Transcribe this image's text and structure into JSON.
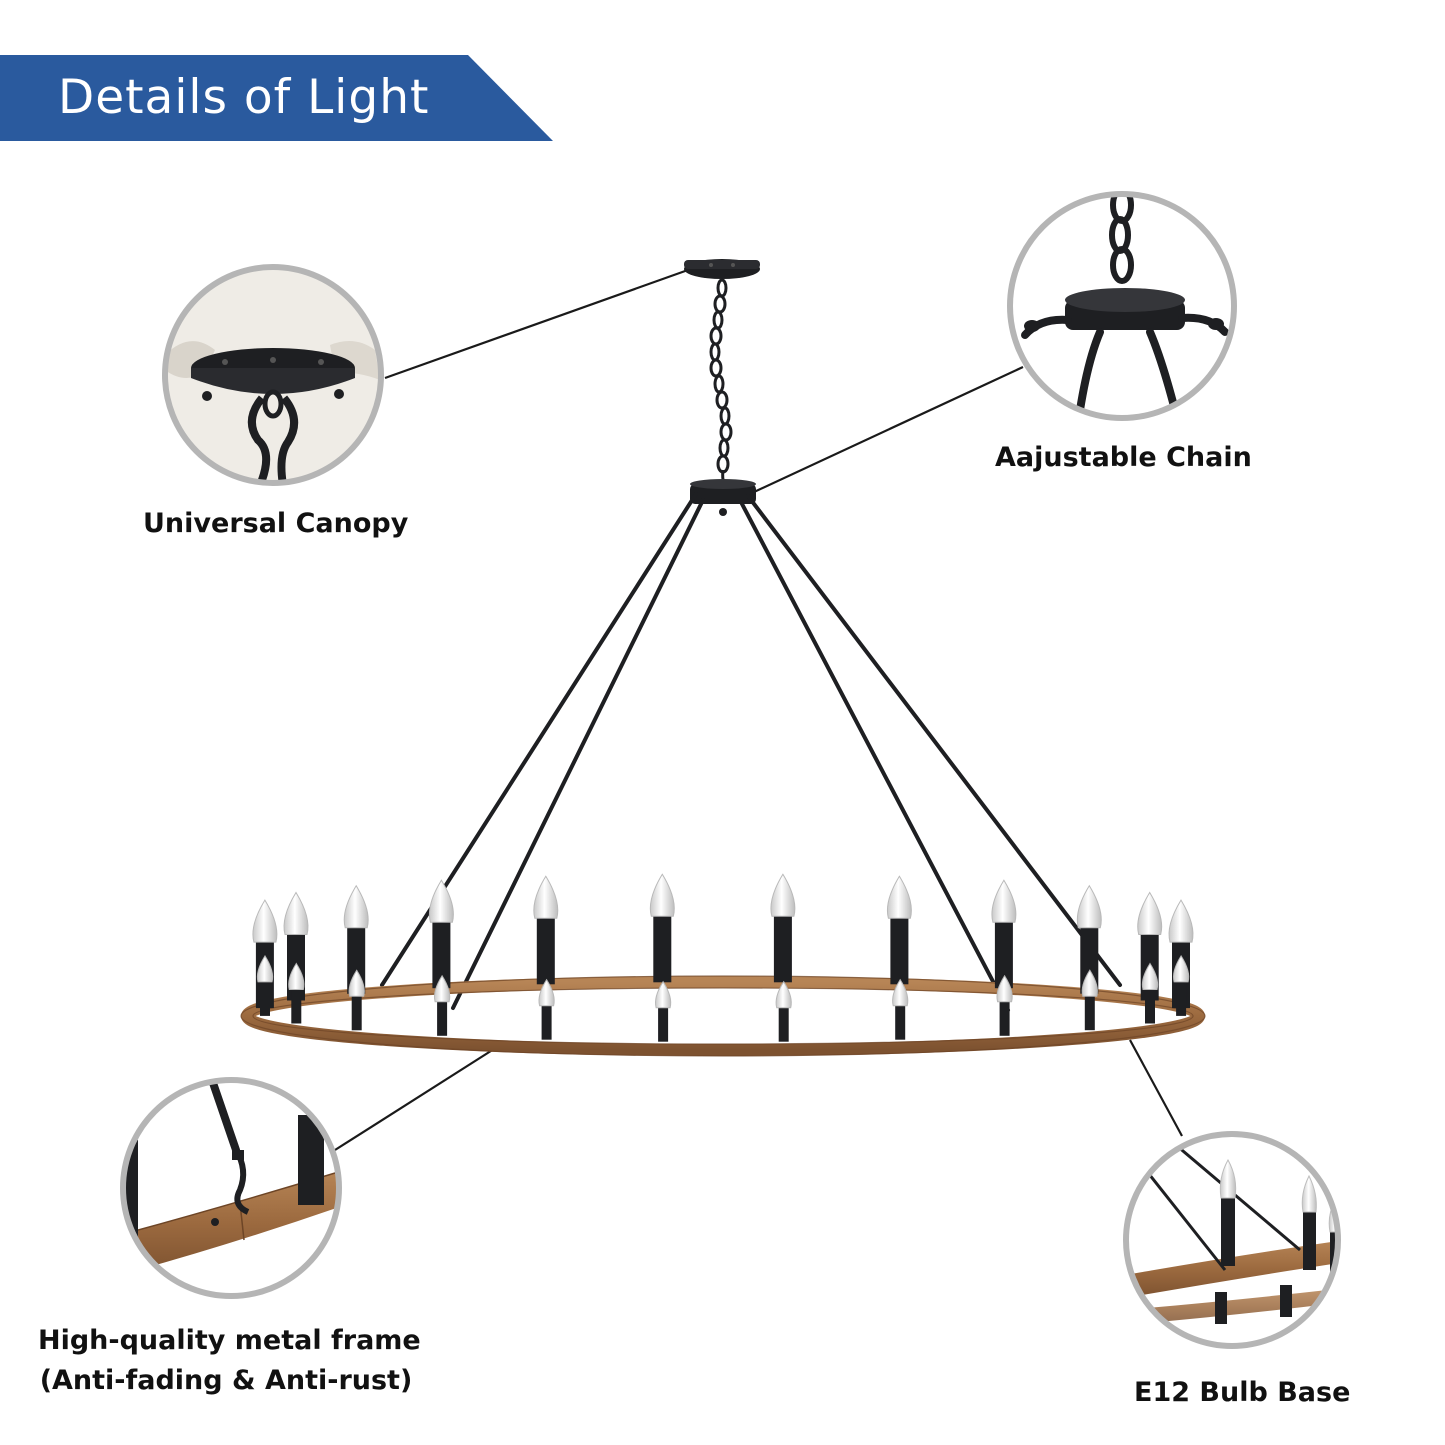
{
  "banner": {
    "title": "Details of Light"
  },
  "callouts": {
    "canopy": {
      "label": "Universal Canopy",
      "icon": "ceiling-canopy-icon"
    },
    "chain": {
      "label": "Aajustable Chain",
      "icon": "chain-connector-icon"
    },
    "frame": {
      "label_line1": "High-quality metal frame",
      "label_line2": "(Anti-fading & Anti-rust)",
      "icon": "frame-joint-icon"
    },
    "bulb": {
      "label": "E12 Bulb Base",
      "icon": "candle-bulb-icon"
    }
  },
  "colors": {
    "banner": "#2a5a9e",
    "banner_text": "#ffffff",
    "metal": "#1e1f22",
    "wood": "#a9754a",
    "callout_ring": "#b5b5b5",
    "caption_text": "#111111"
  }
}
